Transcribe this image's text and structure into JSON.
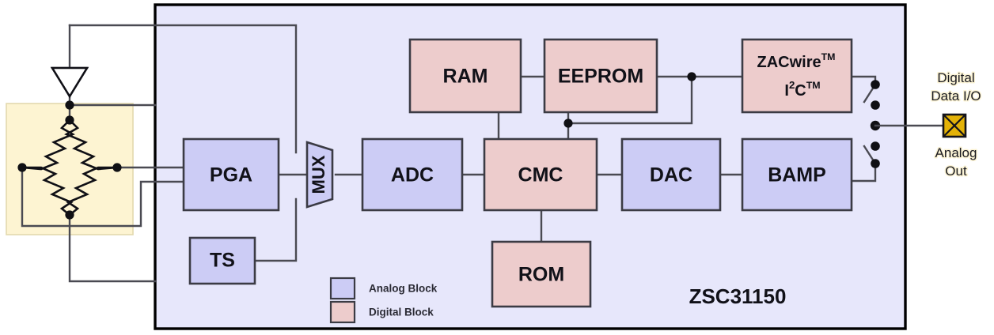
{
  "chip": {
    "name": "ZSC31150",
    "legend": [
      {
        "label": "Analog Block",
        "color": "#ccccf5"
      },
      {
        "label": "Digital Block",
        "color": "#edcccc"
      }
    ]
  },
  "blocks": {
    "pga": {
      "label": "PGA",
      "kind": "analog"
    },
    "ts": {
      "label": "TS",
      "kind": "analog"
    },
    "mux": {
      "label": "MUX",
      "kind": "analog"
    },
    "adc": {
      "label": "ADC",
      "kind": "analog"
    },
    "cmc": {
      "label": "CMC",
      "kind": "digital"
    },
    "dac": {
      "label": "DAC",
      "kind": "analog"
    },
    "bamp": {
      "label": "BAMP",
      "kind": "analog"
    },
    "ram": {
      "label": "RAM",
      "kind": "digital"
    },
    "eeprom": {
      "label": "EEPROM",
      "kind": "digital"
    },
    "rom": {
      "label": "ROM",
      "kind": "digital"
    },
    "zacwire": {
      "line1_text": "ZACwire",
      "line1_sup": "TM",
      "line2_text": "I",
      "line2_sup_num": "2",
      "line2_mid": "C",
      "line2_sup": "TM",
      "kind": "digital"
    }
  },
  "io": {
    "digital_line1": "Digital",
    "digital_line2": "Data I/O",
    "analog_line1": "Analog",
    "analog_line2": "Out"
  },
  "colors": {
    "analog": "#ccccf5",
    "digital": "#edcccc",
    "chip_fill": "#e7e7fb",
    "sensor_fill": "#fdf4d2",
    "pad": "#e3b208",
    "wire": "#4a4a52"
  }
}
